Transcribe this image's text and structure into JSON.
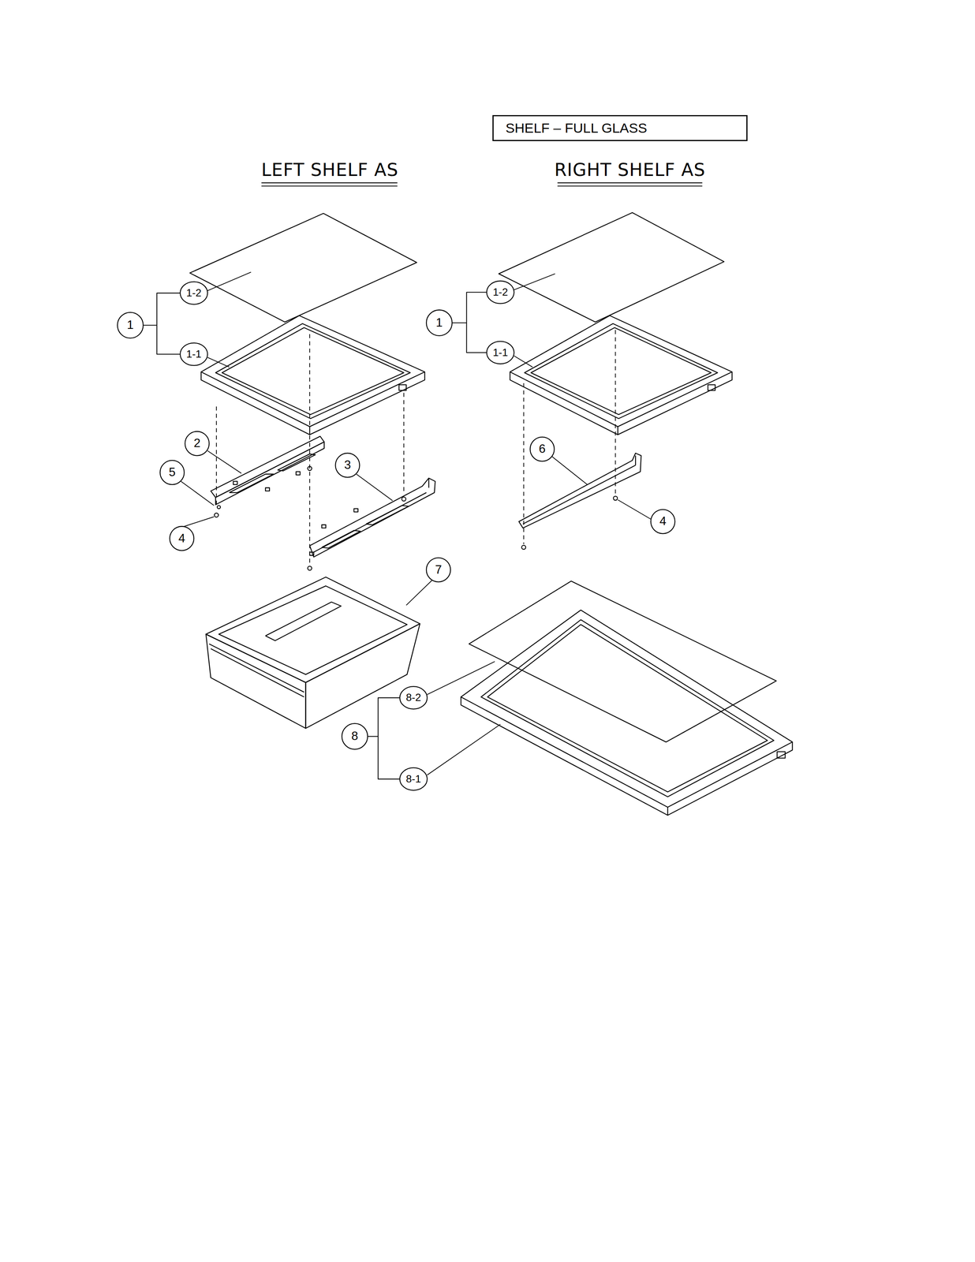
{
  "diagram": {
    "title": "SHELF – FULL GLASS",
    "labels": [
      "LEFT SHELF AS",
      "RIGHT SHELF AS",
      "1-2",
      "1",
      "1-1",
      "2",
      "5",
      "4",
      "3",
      "7",
      "1-2",
      "1",
      "1-1",
      "6",
      "4",
      "8-2",
      "8",
      "8-1"
    ]
  }
}
